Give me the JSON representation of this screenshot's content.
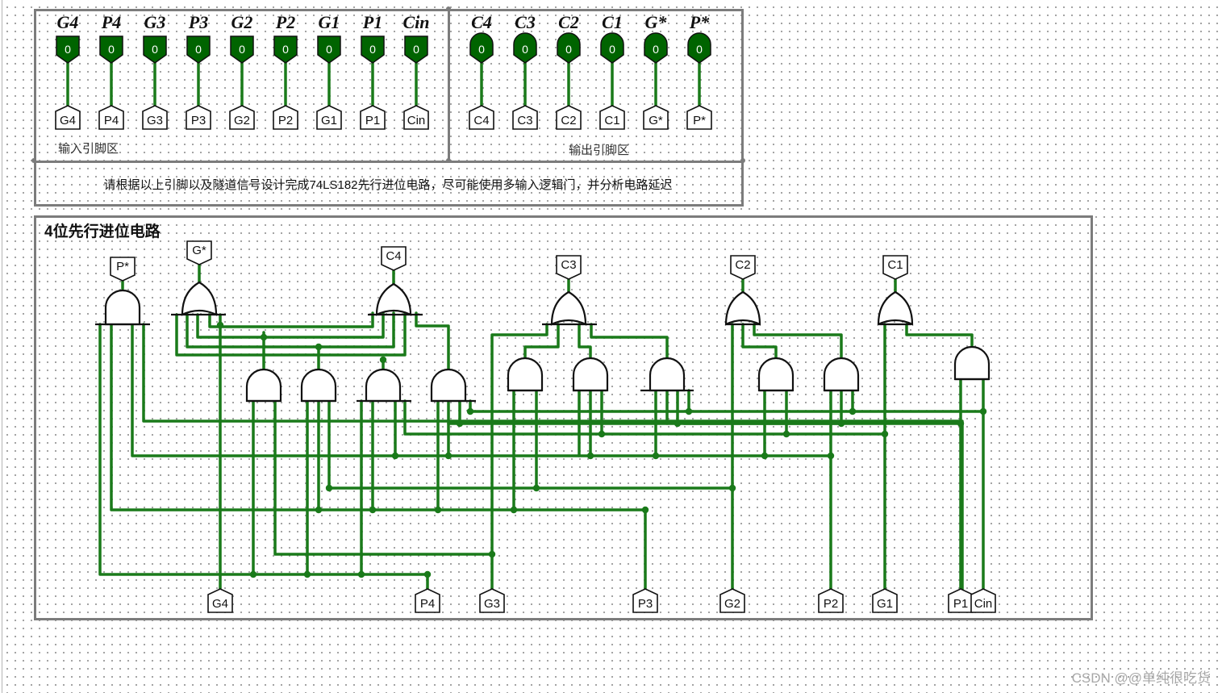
{
  "input_pins": [
    "G4",
    "P4",
    "G3",
    "P3",
    "G2",
    "P2",
    "G1",
    "P1",
    "Cin"
  ],
  "output_pins": [
    "C4",
    "C3",
    "C2",
    "C1",
    "G*",
    "P*"
  ],
  "led_value": "0",
  "input_area_label": "输入引脚区",
  "output_area_label": "输出引脚区",
  "instruction": "请根据以上引脚以及隧道信号设计完成74LS182先行进位电路，尽可能使用多输入逻辑门，并分析电路延迟",
  "circuit_title": "4位先行进位电路",
  "circuit_output_tunnels": [
    "P*",
    "G*",
    "C4",
    "C3",
    "C2",
    "C1"
  ],
  "circuit_input_tunnels": [
    "G4",
    "P4",
    "G3",
    "P3",
    "G2",
    "P2",
    "G1",
    "P1",
    "Cin"
  ],
  "watermark": "CSDN @@单纯很吃货",
  "colors": {
    "wire": "#1a7a1a",
    "led_fill": "#006400",
    "frame": "#7c7c7c",
    "text": "#111111"
  }
}
